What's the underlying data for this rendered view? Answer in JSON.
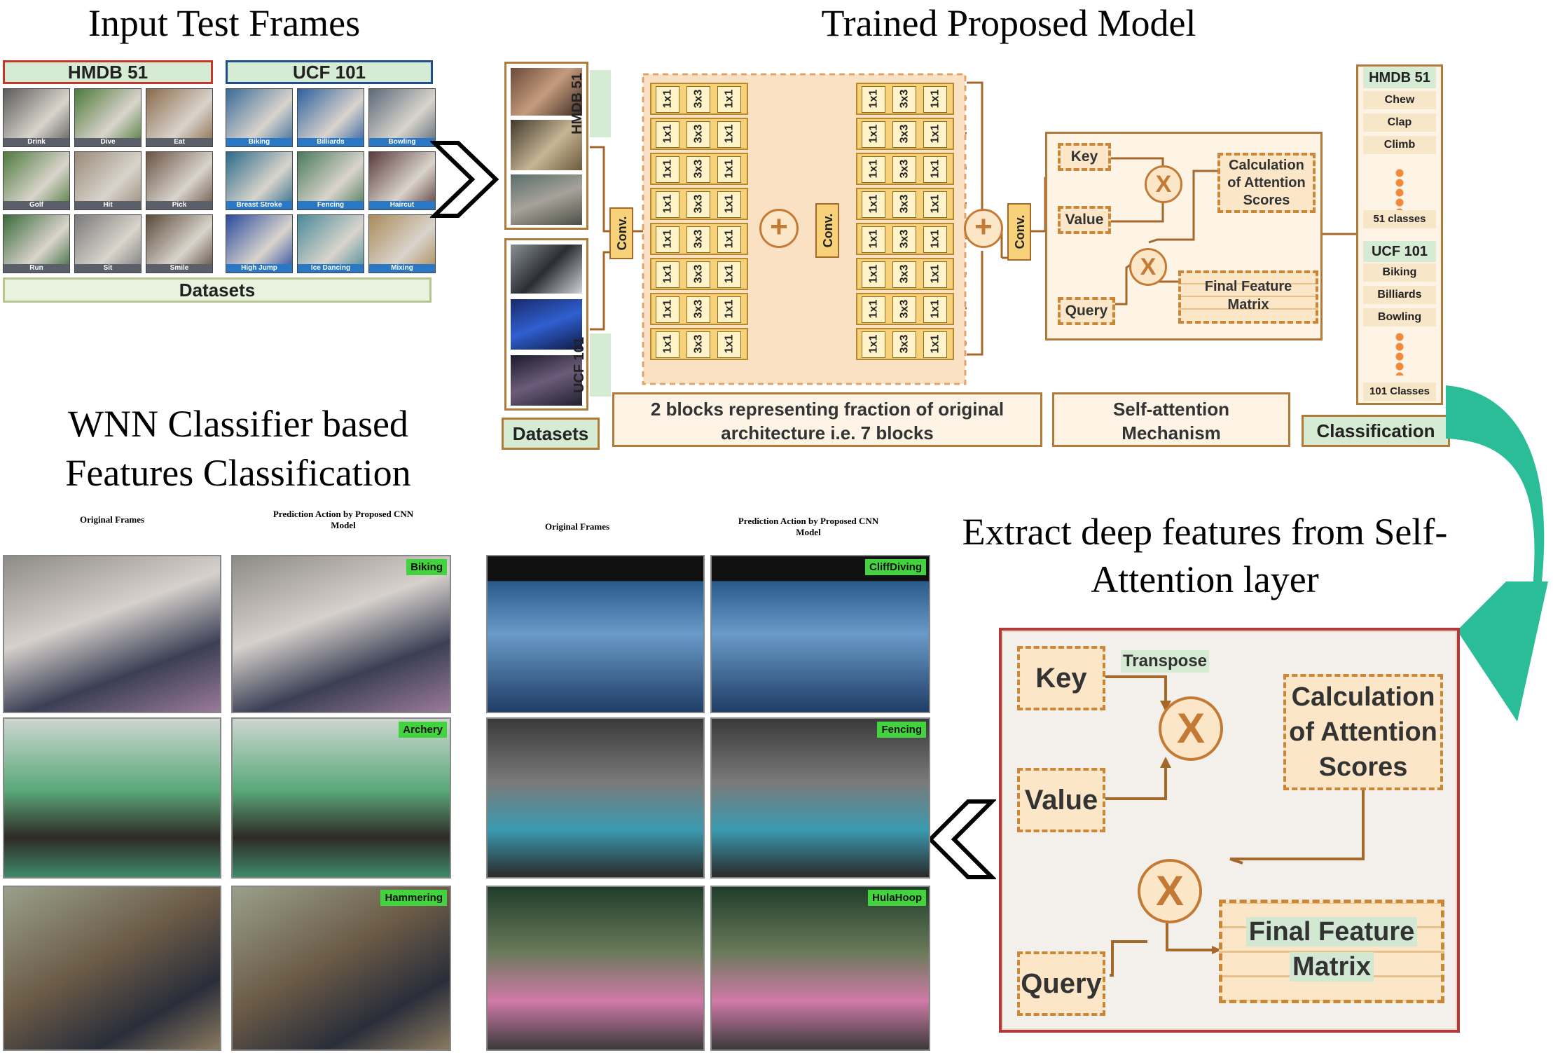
{
  "titles": {
    "input_frames": "Input Test Frames",
    "trained_model": "Trained Proposed Model",
    "wnn_line1": "WNN Classifier based",
    "wnn_line2": "Features Classification",
    "extract_line1": "Extract deep features from Self-",
    "extract_line2": "Attention layer"
  },
  "datasets_panel": {
    "hmdb_label": "HMDB 51",
    "ucf_label": "UCF 101",
    "datasets_label": "Datasets",
    "hmdb_actions": [
      "Drink",
      "Dive",
      "Eat",
      "Golf",
      "Hit",
      "Pick",
      "Run",
      "Sit",
      "Smile"
    ],
    "ucf_actions": [
      "Biking",
      "Billiards",
      "Bowling",
      "Breast Stroke",
      "Fencing",
      "Haircut",
      "High Jump",
      "Ice Dancing",
      "Mixing"
    ]
  },
  "model": {
    "datasets_label": "Datasets",
    "hmdb_vertical": "HMDB 51",
    "ucf_vertical": "UCF 101",
    "conv": "Conv.",
    "kernel_1": "1x1",
    "kernel_3": "3x3",
    "plus": "+",
    "blocks_caption_line1": "2 blocks representing fraction of original",
    "blocks_caption_line2": "architecture i.e. 7 blocks",
    "attention_caption_line1": "Self-attention",
    "attention_caption_line2": "Mechanism",
    "classification_caption": "Classification"
  },
  "attention_small": {
    "key": "Key",
    "value": "Value",
    "query": "Query",
    "multiply": "X",
    "calc_line1": "Calculation",
    "calc_line2": "of Attention",
    "calc_line3": "Scores",
    "final_line1": "Final Feature",
    "final_line2": "Matrix"
  },
  "classification": {
    "hmdb_header": "HMDB 51",
    "hmdb_classes": [
      "Chew",
      "Clap",
      "Climb"
    ],
    "hmdb_count": "51 classes",
    "ucf_header": "UCF 101",
    "ucf_classes": [
      "Biking",
      "Billiards",
      "Bowling"
    ],
    "ucf_count": "101 Classes"
  },
  "attention_large": {
    "key": "Key",
    "transpose": "Transpose",
    "value": "Value",
    "query": "Query",
    "multiply": "X",
    "calc_line1": "Calculation",
    "calc_line2": "of Attention",
    "calc_line3": "Scores",
    "final_line1": "Final Feature",
    "final_line2": "Matrix"
  },
  "results": {
    "left_original": "Original Frames",
    "left_pred_line1": "Prediction Action by Proposed CNN",
    "left_pred_line2": "Model",
    "right_original": "Original Frames",
    "right_pred_line1": "Prediction Action by Proposed CNN",
    "right_pred_line2": "Model",
    "left_tags": [
      "Biking",
      "Archery",
      "Hammering"
    ],
    "right_tags": [
      "CliffDiving",
      "Fencing",
      "HulaHoop"
    ]
  },
  "colors": {
    "accent_brown": "#b07a3a",
    "block_yellow": "#f7d27a",
    "teal_arrow": "#2bbd97",
    "tag_green": "#43d33f",
    "ucf_blue": "#2a78c4",
    "hmdb_red": "#c0392b"
  }
}
